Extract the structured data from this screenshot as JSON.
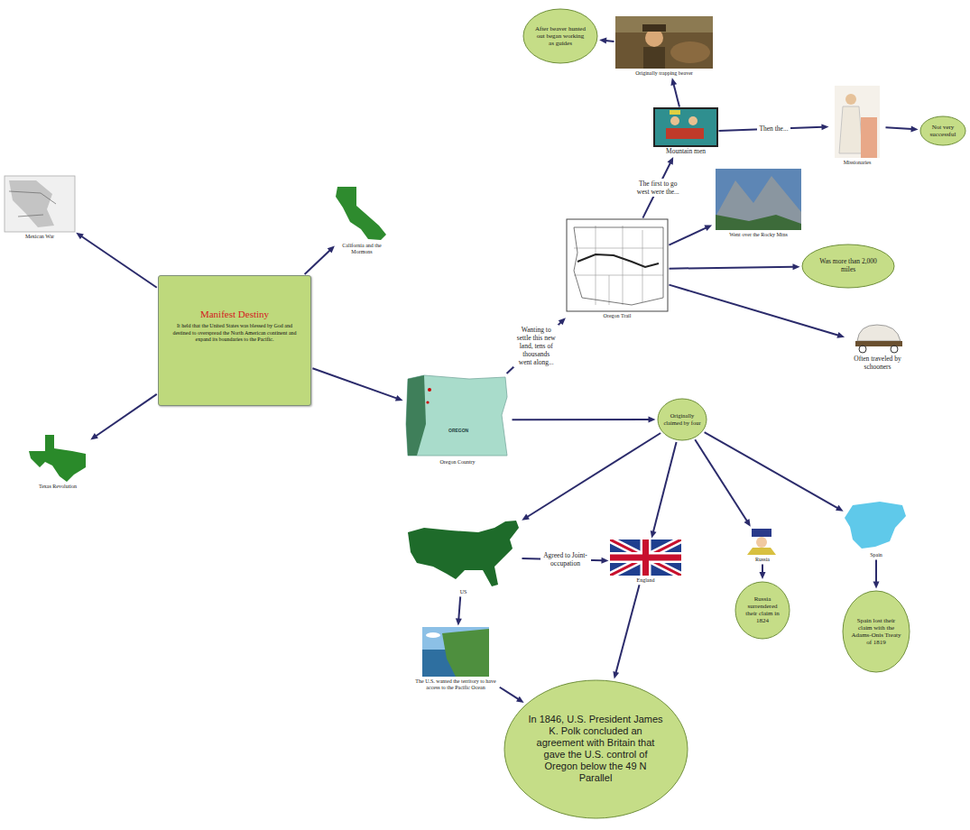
{
  "diagram": {
    "nodes": [
      {
        "text": [
          "After beaver hunted out began working as guides"
        ]
      },
      {
        "text": [
          "Originally trapping beaver"
        ]
      },
      {
        "text": [
          "Missionaries"
        ]
      },
      {
        "text": [
          "Mountain men"
        ]
      },
      {
        "text": [
          "Not very successful"
        ]
      },
      {
        "text": [
          "Went over the Rocky Mtns"
        ]
      },
      {
        "text": [
          "Mexican War"
        ]
      },
      {
        "text": [
          "California and the Mormons"
        ]
      },
      {
        "text": [
          "Oregon Trail"
        ]
      },
      {
        "text": [
          "Was more than 2,000 miles"
        ]
      },
      {
        "text": [
          "Manifest Destiny",
          "It held that the United States was blessed by God and destined to overspread the North American continent and expand its boundaries to the Pacific."
        ]
      },
      {
        "text": [
          "Often traveled by schooners"
        ]
      },
      {
        "text": [
          "Oregon Country"
        ]
      },
      {
        "text": [
          "Originally claimed by four"
        ]
      },
      {
        "text": [
          "Texas Revolution"
        ]
      },
      {
        "text": [
          "Spain"
        ]
      },
      {
        "text": [
          "US"
        ]
      },
      {
        "text": [
          "Russia"
        ]
      },
      {
        "text": [
          "England"
        ]
      },
      {
        "text": [
          "Russia surrendered their claim in 1824"
        ]
      },
      {
        "text": [
          "Spain lost their claim with the Adams-Onis Treaty of 1819"
        ]
      },
      {
        "text": [
          "The U.S. wanted the territory to have access to the Pacific Ocean"
        ]
      },
      {
        "text": [
          "In 1846, U.S. President James K. Polk concluded an agreement with Britain that gave the U.S. control of Oregon below the 49 N Parallel"
        ]
      }
    ],
    "edges": [
      {
        "from": 10,
        "to": 6,
        "arrow": "to"
      },
      {
        "from": 10,
        "to": 7,
        "arrow": "to"
      },
      {
        "from": 10,
        "to": 14,
        "arrow": "to"
      },
      {
        "from": 10,
        "to": 12,
        "arrow": "to"
      },
      {
        "from": 12,
        "to": 8,
        "label": "Wanting to settle this new land, tens of thousands went along...",
        "arrow": "to"
      },
      {
        "from": 8,
        "to": 3,
        "label": "The first to go west were the...",
        "arrow": "to"
      },
      {
        "from": 3,
        "to": 1,
        "arrow": "to"
      },
      {
        "from": 1,
        "to": 0,
        "arrow": "to"
      },
      {
        "from": 3,
        "to": 2,
        "label": "Then the...",
        "arrow": "to"
      },
      {
        "from": 2,
        "to": 4,
        "arrow": "to"
      },
      {
        "from": 8,
        "to": 5,
        "arrow": "to"
      },
      {
        "from": 8,
        "to": 9,
        "arrow": "to"
      },
      {
        "from": 8,
        "to": 11,
        "arrow": "to"
      },
      {
        "from": 12,
        "to": 13,
        "arrow": "to"
      },
      {
        "from": 13,
        "to": 16,
        "arrow": "to"
      },
      {
        "from": 13,
        "to": 18,
        "arrow": "to"
      },
      {
        "from": 13,
        "to": 17,
        "arrow": "to"
      },
      {
        "from": 13,
        "to": 15,
        "arrow": "to"
      },
      {
        "from": 16,
        "to": 18,
        "label": "Agreed to Joint-occupation",
        "arrow": "to"
      },
      {
        "from": 16,
        "to": 21,
        "arrow": "to"
      },
      {
        "from": 18,
        "to": 22,
        "arrow": "to"
      },
      {
        "from": 17,
        "to": 19,
        "arrow": "to"
      },
      {
        "from": 15,
        "to": 20,
        "arrow": "to"
      },
      {
        "from": 21,
        "to": 22,
        "arrow": "to"
      }
    ],
    "labels": [
      "OREGON"
    ]
  }
}
